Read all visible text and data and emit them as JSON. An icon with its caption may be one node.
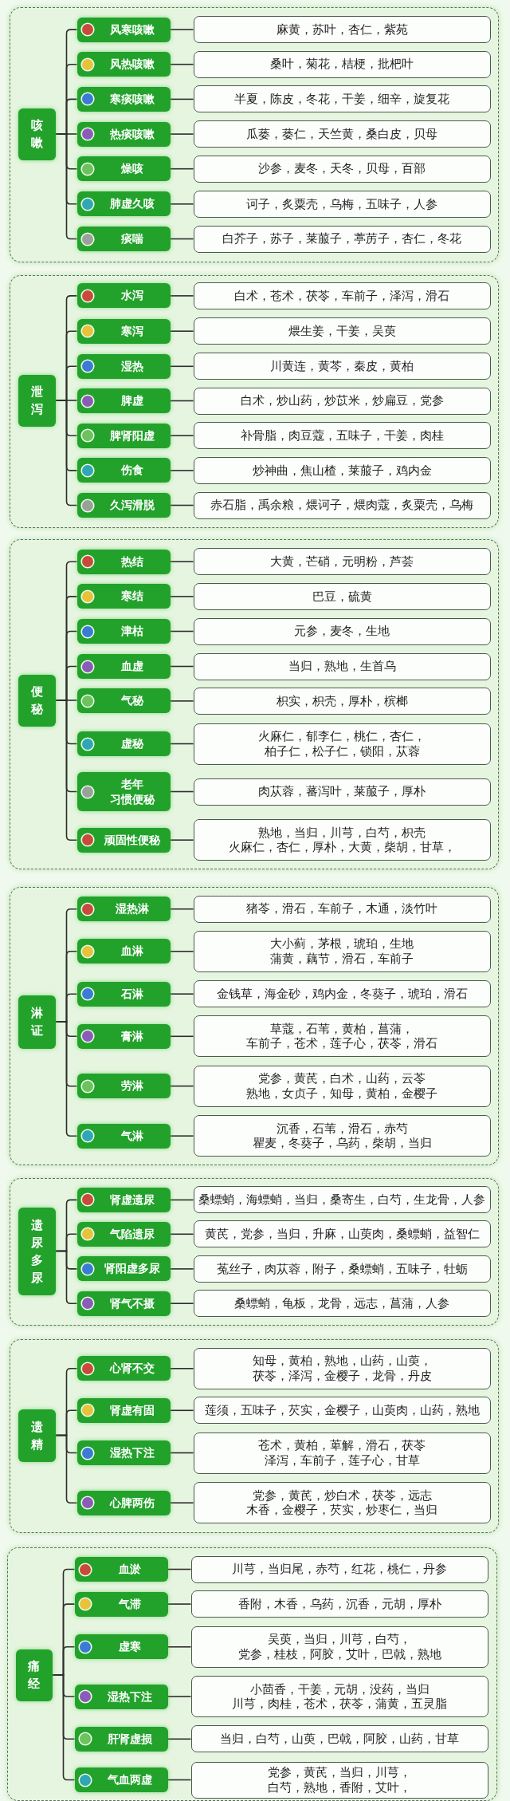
{
  "diagram": {
    "nodes": [
      {
        "text": [],
        "shape": "box"
      },
      {
        "text": [
          "咳嗽"
        ],
        "in": 0
      },
      {
        "text": [
          "风寒咳嗽"
        ],
        "in": 0
      },
      {
        "text": [
          "麻黄，苏叶，杏仁，紫苑"
        ],
        "in": 0
      },
      {
        "text": [
          "风热咳嗽"
        ],
        "in": 0
      },
      {
        "text": [
          "桑叶，菊花，桔梗，批杷叶"
        ],
        "in": 0
      },
      {
        "text": [
          "寒痰咳嗽"
        ],
        "in": 0
      },
      {
        "text": [
          "半夏，陈皮，冬花，干姜，细辛，旋复花"
        ],
        "in": 0
      },
      {
        "text": [
          "热痰咳嗽"
        ],
        "in": 0
      },
      {
        "text": [
          "瓜蒌，蒌仁，天竺黄，桑白皮，贝母"
        ],
        "in": 0
      },
      {
        "text": [
          "燥咳"
        ],
        "in": 0
      },
      {
        "text": [
          "沙参，麦冬，天冬，贝母，百部"
        ],
        "in": 0
      },
      {
        "text": [
          "肺虚久咳"
        ],
        "in": 0
      },
      {
        "text": [
          "诃子，炙粟壳，乌梅，五味子，人参"
        ],
        "in": 0
      },
      {
        "text": [
          "痰喘"
        ],
        "in": 0
      },
      {
        "text": [
          "白芥子，苏子，莱菔子，葶苈子，杏仁，冬花"
        ],
        "in": 0
      },
      {
        "text": [],
        "shape": "box"
      },
      {
        "text": [
          "泄泻"
        ],
        "in": 16
      },
      {
        "text": [
          "水泻"
        ],
        "in": 16
      },
      {
        "text": [
          "白术，苍术，茯苓，车前子，泽泻，滑石"
        ],
        "in": 16
      },
      {
        "text": [
          "寒泻"
        ],
        "in": 16
      },
      {
        "text": [
          "煨生姜，干姜，吴萸"
        ],
        "in": 16
      },
      {
        "text": [
          "湿热"
        ],
        "in": 16
      },
      {
        "text": [
          "川黄连，黄芩，秦皮，黄柏"
        ],
        "in": 16
      },
      {
        "text": [
          "脾虚"
        ],
        "in": 16
      },
      {
        "text": [
          "白术，炒山药，炒苡米，炒扁豆，党参"
        ],
        "in": 16
      },
      {
        "text": [
          "脾肾阳虚"
        ],
        "in": 16
      },
      {
        "text": [
          "补骨脂，肉豆蔻，五味子，干姜，肉桂"
        ],
        "in": 16
      },
      {
        "text": [
          "伤食"
        ],
        "in": 16
      },
      {
        "text": [
          "炒神曲，焦山楂，莱菔子，鸡内金"
        ],
        "in": 16
      },
      {
        "text": [
          "久泻滑脱"
        ],
        "in": 16
      },
      {
        "text": [
          "赤石脂，禹余粮，煨诃子，煨肉蔻，炙粟壳，乌梅"
        ],
        "in": 16
      },
      {
        "text": [],
        "shape": "box"
      },
      {
        "text": [
          "便秘"
        ],
        "in": 32
      },
      {
        "text": [
          "热结"
        ],
        "in": 32
      },
      {
        "text": [
          "大黄，芒硝，元明粉，芦荟"
        ],
        "in": 32
      },
      {
        "text": [
          "寒结"
        ],
        "in": 32
      },
      {
        "text": [
          "巴豆，硫黄"
        ],
        "in": 32
      },
      {
        "text": [
          "津枯"
        ],
        "in": 32
      },
      {
        "text": [
          "元参，麦冬，生地"
        ],
        "in": 32
      },
      {
        "text": [
          "血虚"
        ],
        "in": 32
      },
      {
        "text": [
          "当归，熟地，生首乌"
        ],
        "in": 32
      },
      {
        "text": [
          "气秘"
        ],
        "in": 32
      },
      {
        "text": [
          "枳实，枳壳，厚朴，槟榔"
        ],
        "in": 32
      },
      {
        "text": [
          "虚秘"
        ],
        "in": 32
      },
      {
        "text": [
          "火麻仁，郁李仁，桃仁，杏仁，柏子仁，松子仁，锁阳，苁蓉"
        ],
        "in": 32
      },
      {
        "text": [
          "老年习惯便秘"
        ],
        "in": 32
      },
      {
        "text": [
          "肉苁蓉，蕃泻叶，莱菔子，厚朴"
        ],
        "in": 32
      },
      {
        "text": [
          "顽固性便秘"
        ],
        "in": 32
      },
      {
        "text": [
          "熟地，当归，川芎，白芍，枳壳火麻仁，杏仁，厚朴，大黄，柴胡，甘草，"
        ],
        "in": 32
      },
      {
        "text": [],
        "shape": "box"
      },
      {
        "text": [
          "淋证"
        ],
        "in": 50
      },
      {
        "text": [
          "湿热淋"
        ],
        "in": 50
      },
      {
        "text": [
          "猪苓，滑石，车前子，木通，淡竹叶"
        ],
        "in": 50
      },
      {
        "text": [
          "血淋"
        ],
        "in": 50
      },
      {
        "text": [
          "大小蓟，茅根，琥珀，生地蒲黄，藕节，滑石，车前子"
        ],
        "in": 50
      },
      {
        "text": [
          "石淋"
        ],
        "in": 50
      },
      {
        "text": [
          "金钱草，海金砂，鸡内金，冬葵子，琥珀，滑石"
        ],
        "in": 50
      },
      {
        "text": [
          "膏淋"
        ],
        "in": 50
      },
      {
        "text": [
          "草蔻，石苇，黄柏，菖蒲，车前子，苍术，莲子心，茯苓，滑石"
        ],
        "in": 50
      },
      {
        "text": [
          "劳淋"
        ],
        "in": 50
      },
      {
        "text": [
          "党参，黄芪，白术，山药，云苓熟地，女贞子，知母，黄柏，金樱子"
        ],
        "in": 50
      },
      {
        "text": [
          "气淋"
        ],
        "in": 50
      },
      {
        "text": [
          "沉香，石苇，滑石，赤芍瞿麦，冬葵子，乌药，柴胡，当归"
        ],
        "in": 50
      },
      {
        "text": [],
        "shape": "box"
      },
      {
        "text": [
          "遗尿多尿"
        ],
        "in": 64
      },
      {
        "text": [
          "肾虚遗尿"
        ],
        "in": 64
      },
      {
        "text": [
          "桑螵蛸，海螵蛸，当归，桑寄生，白芍，生龙骨，人参"
        ],
        "in": 64
      },
      {
        "text": [
          "气陷遗尿"
        ],
        "in": 64
      },
      {
        "text": [
          "黄芪，党参，当归，升麻，山萸肉，桑螵蛸，益智仁"
        ],
        "in": 64
      },
      {
        "text": [
          "肾阳虚多尿"
        ],
        "in": 64
      },
      {
        "text": [
          "菟丝子，肉苁蓉，附子，桑螵蛸，五味子，牡蛎"
        ],
        "in": 64
      },
      {
        "text": [
          "肾气不摄"
        ],
        "in": 64
      },
      {
        "text": [
          "桑螵蛸，龟板，龙骨，远志，菖蒲，人参"
        ],
        "in": 64
      },
      {
        "text": [],
        "shape": "box"
      },
      {
        "text": [
          "遗精"
        ],
        "in": 74
      },
      {
        "text": [
          "心肾不交"
        ],
        "in": 74
      },
      {
        "text": [
          "知母，黄柏，熟地，山药，山萸，茯苓，泽泻，金樱子，龙骨，丹皮"
        ],
        "in": 74
      },
      {
        "text": [
          "肾虚有固"
        ],
        "in": 74
      },
      {
        "text": [
          "莲须，五味子，芡实，金樱子，山萸肉，山药，熟地"
        ],
        "in": 74
      },
      {
        "text": [
          "湿热下注"
        ],
        "in": 74
      },
      {
        "text": [
          "苍术，黄柏，萆解，滑石，茯苓泽泻，车前子，莲子心，甘草"
        ],
        "in": 74
      },
      {
        "text": [
          "心脾两伤"
        ],
        "in": 74
      },
      {
        "text": [
          "党参，黄芪，炒白术，茯苓，远志木香，金樱子，芡实，炒枣仁，当归"
        ],
        "in": 74
      },
      {
        "text": [],
        "shape": "box"
      },
      {
        "text": [
          "痛经"
        ],
        "in": 84
      },
      {
        "text": [
          "血淤"
        ],
        "in": 84
      },
      {
        "text": [
          "川芎，当归尾，赤芍，红花，桃仁，丹参"
        ],
        "in": 84
      },
      {
        "text": [
          "气滞"
        ],
        "in": 84
      },
      {
        "text": [
          "香附，木香，乌药，沉香，元胡，厚朴"
        ],
        "in": 84
      },
      {
        "text": [
          "虚寒"
        ],
        "in": 84
      },
      {
        "text": [
          "吴萸，当归，川芎，白芍，党参，桂枝，阿胶，艾叶，巴戟，熟地"
        ],
        "in": 84
      },
      {
        "text": [
          "湿热下注"
        ],
        "in": 84
      },
      {
        "text": [
          "小茴香，干姜，元胡，没药，当归川芎，肉桂，苍术，茯苓，蒲黄，五灵脂"
        ],
        "in": 84
      },
      {
        "text": [
          "肝肾虚损"
        ],
        "in": 84
      },
      {
        "text": [
          "当归，白芍，山萸，巴戟，阿胶，山药，甘草"
        ],
        "in": 84
      },
      {
        "text": [
          "气血两虚"
        ],
        "in": 84
      },
      {
        "text": [
          "党参，黄芪，当归，川芎，白芍，熟地，香附，艾叶，"
        ],
        "in": 84
      }
    ],
    "edges": [
      {
        "from": 1,
        "to": 2,
        "arrow": "none"
      },
      {
        "from": 2,
        "to": 3,
        "arrow": "none"
      },
      {
        "from": 1,
        "to": 4,
        "arrow": "none"
      },
      {
        "from": 4,
        "to": 5,
        "arrow": "none"
      },
      {
        "from": 1,
        "to": 6,
        "arrow": "none"
      },
      {
        "from": 6,
        "to": 7,
        "arrow": "none"
      },
      {
        "from": 1,
        "to": 8,
        "arrow": "none"
      },
      {
        "from": 8,
        "to": 9,
        "arrow": "none"
      },
      {
        "from": 1,
        "to": 10,
        "arrow": "none"
      },
      {
        "from": 10,
        "to": 11,
        "arrow": "none"
      },
      {
        "from": 1,
        "to": 12,
        "arrow": "none"
      },
      {
        "from": 12,
        "to": 13,
        "arrow": "none"
      },
      {
        "from": 1,
        "to": 14,
        "arrow": "none"
      },
      {
        "from": 14,
        "to": 15,
        "arrow": "none"
      },
      {
        "from": 17,
        "to": 18,
        "arrow": "none"
      },
      {
        "from": 18,
        "to": 19,
        "arrow": "none"
      },
      {
        "from": 17,
        "to": 20,
        "arrow": "none"
      },
      {
        "from": 20,
        "to": 21,
        "arrow": "none"
      },
      {
        "from": 17,
        "to": 22,
        "arrow": "none"
      },
      {
        "from": 22,
        "to": 23,
        "arrow": "none"
      },
      {
        "from": 17,
        "to": 24,
        "arrow": "none"
      },
      {
        "from": 24,
        "to": 25,
        "arrow": "none"
      },
      {
        "from": 17,
        "to": 26,
        "arrow": "none"
      },
      {
        "from": 26,
        "to": 27,
        "arrow": "none"
      },
      {
        "from": 17,
        "to": 28,
        "arrow": "none"
      },
      {
        "from": 28,
        "to": 29,
        "arrow": "none"
      },
      {
        "from": 17,
        "to": 30,
        "arrow": "none"
      },
      {
        "from": 30,
        "to": 31,
        "arrow": "none"
      },
      {
        "from": 33,
        "to": 34,
        "arrow": "none"
      },
      {
        "from": 34,
        "to": 35,
        "arrow": "none"
      },
      {
        "from": 33,
        "to": 36,
        "arrow": "none"
      },
      {
        "from": 36,
        "to": 37,
        "arrow": "none"
      },
      {
        "from": 33,
        "to": 38,
        "arrow": "none"
      },
      {
        "from": 38,
        "to": 39,
        "arrow": "none"
      },
      {
        "from": 33,
        "to": 40,
        "arrow": "none"
      },
      {
        "from": 40,
        "to": 41,
        "arrow": "none"
      },
      {
        "from": 33,
        "to": 42,
        "arrow": "none"
      },
      {
        "from": 42,
        "to": 43,
        "arrow": "none"
      },
      {
        "from": 33,
        "to": 44,
        "arrow": "none"
      },
      {
        "from": 44,
        "to": 45,
        "arrow": "none"
      },
      {
        "from": 33,
        "to": 46,
        "arrow": "none"
      },
      {
        "from": 46,
        "to": 47,
        "arrow": "none"
      },
      {
        "from": 33,
        "to": 48,
        "arrow": "none"
      },
      {
        "from": 48,
        "to": 49,
        "arrow": "none"
      },
      {
        "from": 51,
        "to": 52,
        "arrow": "none"
      },
      {
        "from": 52,
        "to": 53,
        "arrow": "none"
      },
      {
        "from": 51,
        "to": 54,
        "arrow": "none"
      },
      {
        "from": 54,
        "to": 55,
        "arrow": "none"
      },
      {
        "from": 51,
        "to": 56,
        "arrow": "none"
      },
      {
        "from": 56,
        "to": 57,
        "arrow": "none"
      },
      {
        "from": 51,
        "to": 58,
        "arrow": "none"
      },
      {
        "from": 58,
        "to": 59,
        "arrow": "none"
      },
      {
        "from": 51,
        "to": 60,
        "arrow": "none"
      },
      {
        "from": 60,
        "to": 61,
        "arrow": "none"
      },
      {
        "from": 51,
        "to": 62,
        "arrow": "none"
      },
      {
        "from": 62,
        "to": 63,
        "arrow": "none"
      },
      {
        "from": 65,
        "to": 66,
        "arrow": "none"
      },
      {
        "from": 66,
        "to": 67,
        "arrow": "none"
      },
      {
        "from": 65,
        "to": 68,
        "arrow": "none"
      },
      {
        "from": 68,
        "to": 69,
        "arrow": "none"
      },
      {
        "from": 65,
        "to": 70,
        "arrow": "none"
      },
      {
        "from": 70,
        "to": 71,
        "arrow": "none"
      },
      {
        "from": 65,
        "to": 72,
        "arrow": "none"
      },
      {
        "from": 72,
        "to": 73,
        "arrow": "none"
      },
      {
        "from": 75,
        "to": 76,
        "arrow": "none"
      },
      {
        "from": 76,
        "to": 77,
        "arrow": "none"
      },
      {
        "from": 75,
        "to": 78,
        "arrow": "none"
      },
      {
        "from": 78,
        "to": 79,
        "arrow": "none"
      },
      {
        "from": 75,
        "to": 80,
        "arrow": "none"
      },
      {
        "from": 80,
        "to": 81,
        "arrow": "none"
      },
      {
        "from": 75,
        "to": 82,
        "arrow": "none"
      },
      {
        "from": 82,
        "to": 83,
        "arrow": "none"
      },
      {
        "from": 85,
        "to": 86,
        "arrow": "none"
      },
      {
        "from": 86,
        "to": 87,
        "arrow": "none"
      },
      {
        "from": 85,
        "to": 88,
        "arrow": "none"
      },
      {
        "from": 88,
        "to": 89,
        "arrow": "none"
      },
      {
        "from": 85,
        "to": 90,
        "arrow": "none"
      },
      {
        "from": 90,
        "to": 91,
        "arrow": "none"
      },
      {
        "from": 85,
        "to": 92,
        "arrow": "none"
      },
      {
        "from": 92,
        "to": 93,
        "arrow": "none"
      },
      {
        "from": 85,
        "to": 94,
        "arrow": "none"
      },
      {
        "from": 94,
        "to": 95,
        "arrow": "none"
      },
      {
        "from": 85,
        "to": 96,
        "arrow": "none"
      },
      {
        "from": 96,
        "to": 97,
        "arrow": "none"
      }
    ]
  }
}
